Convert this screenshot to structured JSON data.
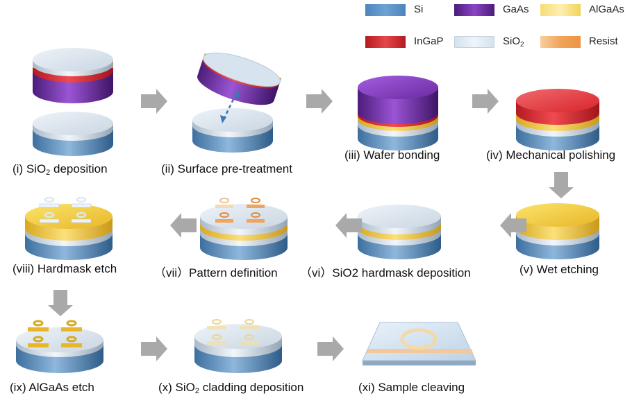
{
  "colors": {
    "Si": "#5b93c9",
    "GaAs": "#6a2aa0",
    "AlGaAs": "#f2d35a",
    "InGaP": "#d8242b",
    "SiO2": "#dce8f2",
    "Resist": "#f1a45c",
    "arrow": "#a9a9a9"
  },
  "legend": [
    {
      "id": "si",
      "text": "Si",
      "color_key": "Si"
    },
    {
      "id": "gaas",
      "text": "GaAs",
      "color_key": "GaAs"
    },
    {
      "id": "algaas",
      "text": "AlGaAs",
      "color_key": "AlGaAs"
    },
    {
      "id": "ingap",
      "text": "InGaP",
      "color_key": "InGaP"
    },
    {
      "id": "sio2",
      "text": "SiO",
      "sub": "2",
      "color_key": "SiO2"
    },
    {
      "id": "resist",
      "text": "Resist",
      "color_key": "Resist"
    }
  ],
  "steps": [
    {
      "id": "s1",
      "pre": "(i) SiO",
      "sub": "2",
      "post": " deposition"
    },
    {
      "id": "s2",
      "pre": "(ii) Surface pre-treatment"
    },
    {
      "id": "s3",
      "pre": "(iii) Wafer bonding"
    },
    {
      "id": "s4",
      "pre": "(iv) Mechanical polishing"
    },
    {
      "id": "s5",
      "pre": "(v) Wet etching"
    },
    {
      "id": "s6",
      "pre": "（vi）SiO2 hardmask deposition"
    },
    {
      "id": "s7",
      "pre": "（vii）Pattern definition"
    },
    {
      "id": "s8",
      "pre": "(viii) Hardmask etch"
    },
    {
      "id": "s9",
      "pre": "(ix) AlGaAs etch"
    },
    {
      "id": "s10",
      "pre": "(x) SiO",
      "sub": "2",
      "post": " cladding deposition"
    },
    {
      "id": "s11",
      "pre": "(xi) Sample cleaving"
    }
  ]
}
